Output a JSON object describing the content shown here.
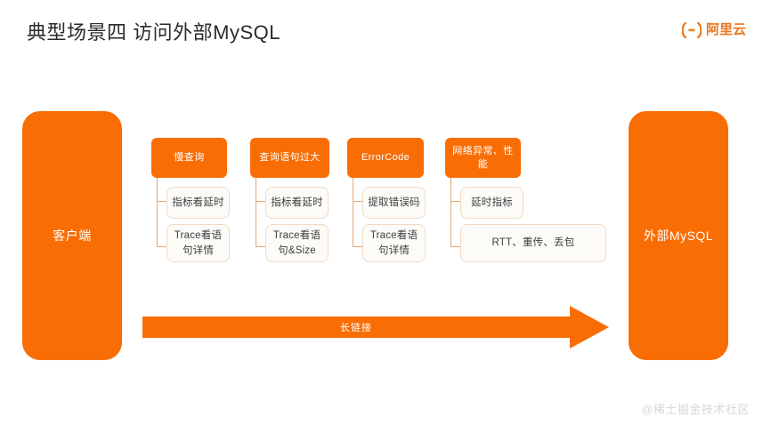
{
  "slide": {
    "title": "典型场景四 访问外部MySQL",
    "background": "#ffffff",
    "accent": "#f96d05",
    "card_border": "#f0d9c3",
    "connector_color": "#e2a778"
  },
  "brand": {
    "icon": "alibaba-cloud-logo-icon",
    "text": "阿里云",
    "color": "#e8761f"
  },
  "endpoints": {
    "left": {
      "label": "客户端"
    },
    "right": {
      "label": "外部MySQL"
    }
  },
  "columns": [
    {
      "header": "慢查询",
      "items": [
        {
          "label": "指标看延时"
        },
        {
          "label": "Trace看语句详情"
        }
      ]
    },
    {
      "header": "查询语句过大",
      "items": [
        {
          "label": "指标看延时"
        },
        {
          "label": "Trace看语句&Size"
        }
      ]
    },
    {
      "header": "ErrorCode",
      "items": [
        {
          "label": "提取错误码"
        },
        {
          "label": "Trace看语句详情"
        }
      ]
    },
    {
      "header": "网络异常、性能",
      "items": [
        {
          "label": "延时指标"
        },
        {
          "label": "RTT、重传、丢包"
        }
      ]
    }
  ],
  "arrow": {
    "label": "长链接",
    "color": "#f96d05"
  },
  "watermark": {
    "text": "@稀土掘金技术社区"
  }
}
